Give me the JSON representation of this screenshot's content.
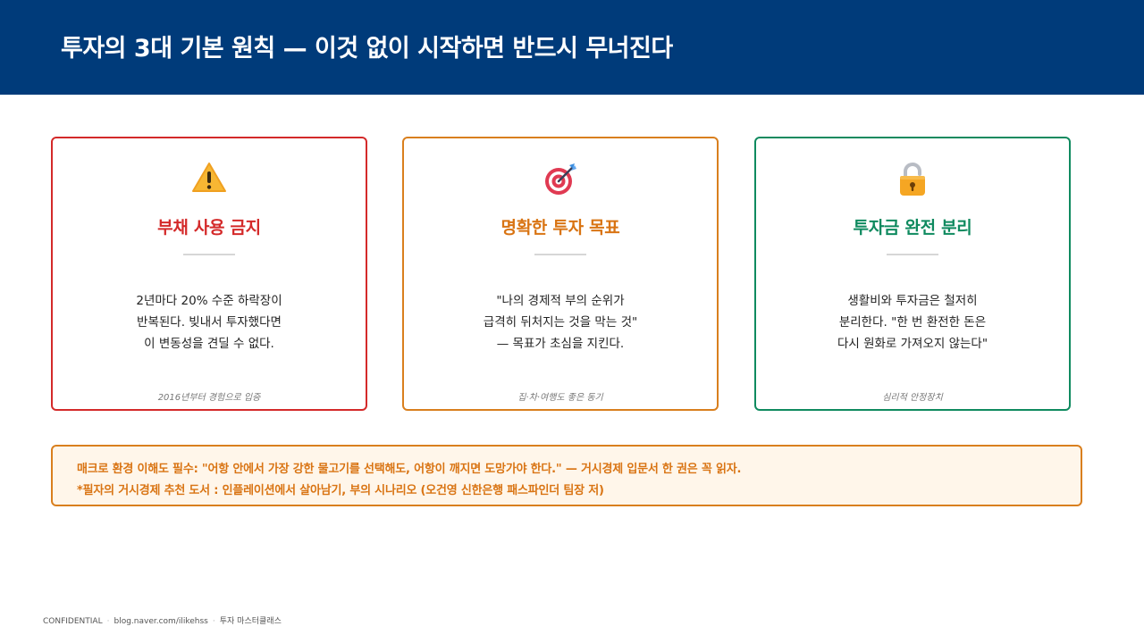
{
  "header": {
    "title": "투자의 3대 기본 원칙 — 이것 없이 시작하면 반드시 무너진다"
  },
  "cards": [
    {
      "icon": "warning-icon",
      "title": "부채 사용 금지",
      "color": "#d42a2a",
      "body": [
        "2년마다 20% 수준 하락장이",
        "반복된다. 빚내서 투자했다면",
        "이 변동성을 견딜 수 없다."
      ],
      "footer": "2016년부터 경험으로 입증"
    },
    {
      "icon": "target-icon",
      "title": "명확한 투자 목표",
      "color": "#d97413",
      "body": [
        "\"나의 경제적 부의 순위가",
        "급격히 뒤처지는 것을 막는 것\"",
        "— 목표가 초심을 지킨다."
      ],
      "footer": "집·차·여행도 좋은 동기"
    },
    {
      "icon": "lock-icon",
      "title": "투자금 완전 분리",
      "color": "#0f8a5f",
      "body": [
        "생활비와 투자금은 철저히",
        "분리한다. \"한 번 환전한 돈은",
        "다시 원화로 가져오지 않는다\""
      ],
      "footer": "심리적 안정장치"
    }
  ],
  "note": {
    "line1": "매크로 환경 이해도 필수: \"어항 안에서 가장 강한 물고기를 선택해도, 어항이 깨지면 도망가야 한다.\" — 거시경제 입문서 한 권은 꼭 읽자.",
    "line2": "*필자의 거시경제 추천 도서 : 인플레이션에서 살아남기, 부의 시나리오 (오건영 신한은행 패스파인더 팀장 저)"
  },
  "footer": {
    "confidential": "CONFIDENTIAL",
    "url": "blog.naver.com/ilikehss",
    "brand": "투자 마스터클래스"
  }
}
